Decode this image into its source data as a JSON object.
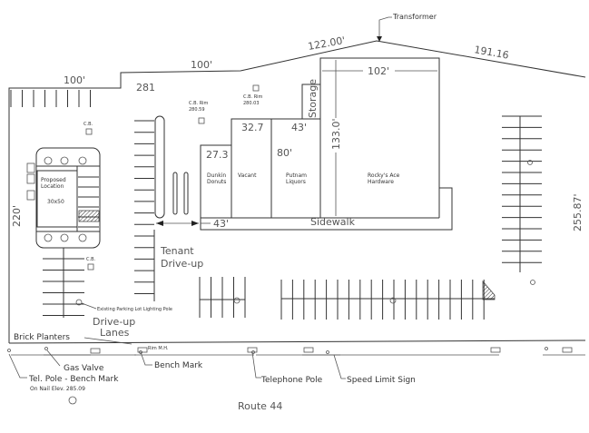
{
  "boundary": {
    "left_dim": "220'",
    "top_left_dim": "100'",
    "top_mid_dim": "100'",
    "top_dim": "122.00'",
    "top_right_dim": "191.16",
    "right_dim": "255.87'",
    "elevation": "281"
  },
  "labels": {
    "transformer": "Transformer",
    "cb1": "C.B.",
    "cb2": "C.B.",
    "cb_rim1": "C.B. Rim",
    "cb_rim1_elev": "280.59",
    "cb_rim2": "C.B. Rim",
    "cb_rim2_elev": "280.03",
    "proposed": "Proposed",
    "location": "Location",
    "size": "30x50",
    "tenant": "Tenant",
    "driveup": "Drive-up",
    "lighting_pole": "Existing Parking Lot Lighting Pole",
    "driveup_lanes1": "Drive-up",
    "driveup_lanes2": "Lanes",
    "brick_planters": "Brick Planters",
    "rim_mh": "Rim M.H.",
    "gas_valve": "Gas Valve",
    "bench_mark": "Bench Mark",
    "tel_pole_bm": "Tel. Pole - Bench Mark",
    "on_nail": "On Nail Elev. 285.09",
    "telephone_pole": "Telephone Pole",
    "speed_limit": "Speed Limit Sign",
    "route": "Route 44",
    "sidewalk": "Sidewalk",
    "storage": "Storage"
  },
  "stores": [
    {
      "name1": "Dunkin",
      "name2": "Donuts",
      "dim": "27.3"
    },
    {
      "name1": "Vacant",
      "name2": "",
      "dim": "32.7"
    },
    {
      "name1": "Putnam",
      "name2": "Liquors",
      "dim": "80'",
      "dim2": "43'"
    },
    {
      "name1": "Rocky's Ace",
      "name2": "Hardware",
      "dim": "102'",
      "dim2": "133.0'"
    }
  ],
  "dims": {
    "drive_width": "43'"
  }
}
